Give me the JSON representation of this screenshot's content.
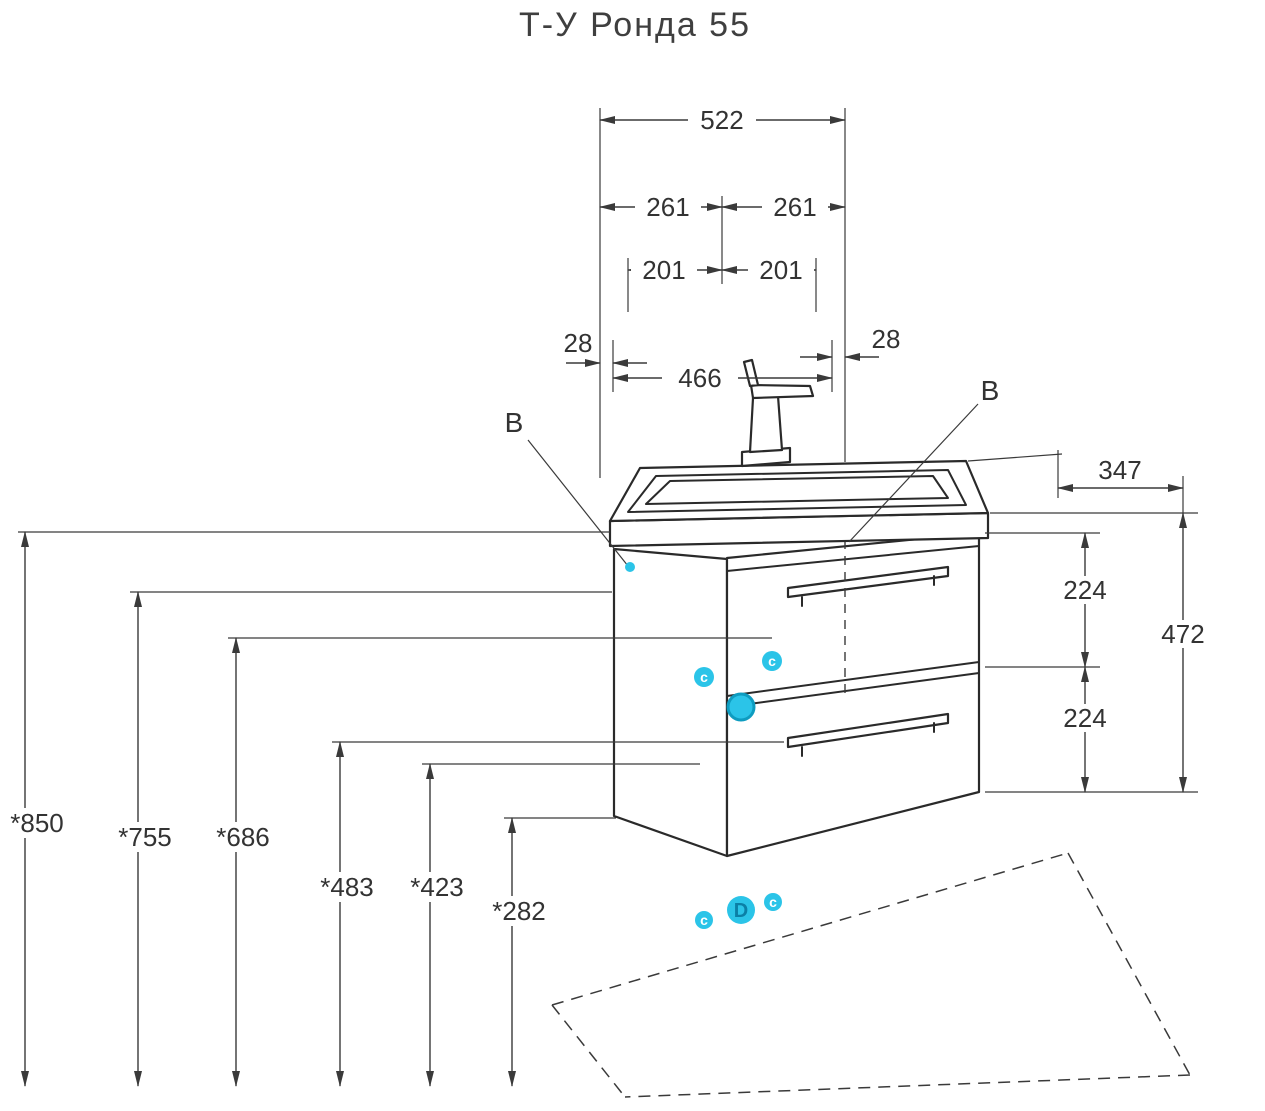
{
  "title": "Т-У Ронда 55",
  "colors": {
    "accent": "#2bc4e8",
    "accent_dark": "#0e9cc0",
    "line": "#333333"
  },
  "dims": {
    "width_total": "522",
    "width_half_left": "261",
    "width_half_right": "261",
    "tap_offset_left": "201",
    "tap_offset_right": "201",
    "edge_left": "28",
    "edge_right": "28",
    "width_inner": "466",
    "depth": "347",
    "drawer_zone_upper": "224",
    "drawer_zone_lower": "224",
    "body_height": "472",
    "h_sink_top": "*850",
    "h_cabinet_top": "*755",
    "h_handle_upper": "*686",
    "h_handle_lower": "*483",
    "h_drawer_bottom": "*423",
    "h_cabinet_bottom": "*282"
  },
  "callouts": {
    "b_left": "B",
    "b_right": "B",
    "c": "c",
    "d": "D"
  }
}
